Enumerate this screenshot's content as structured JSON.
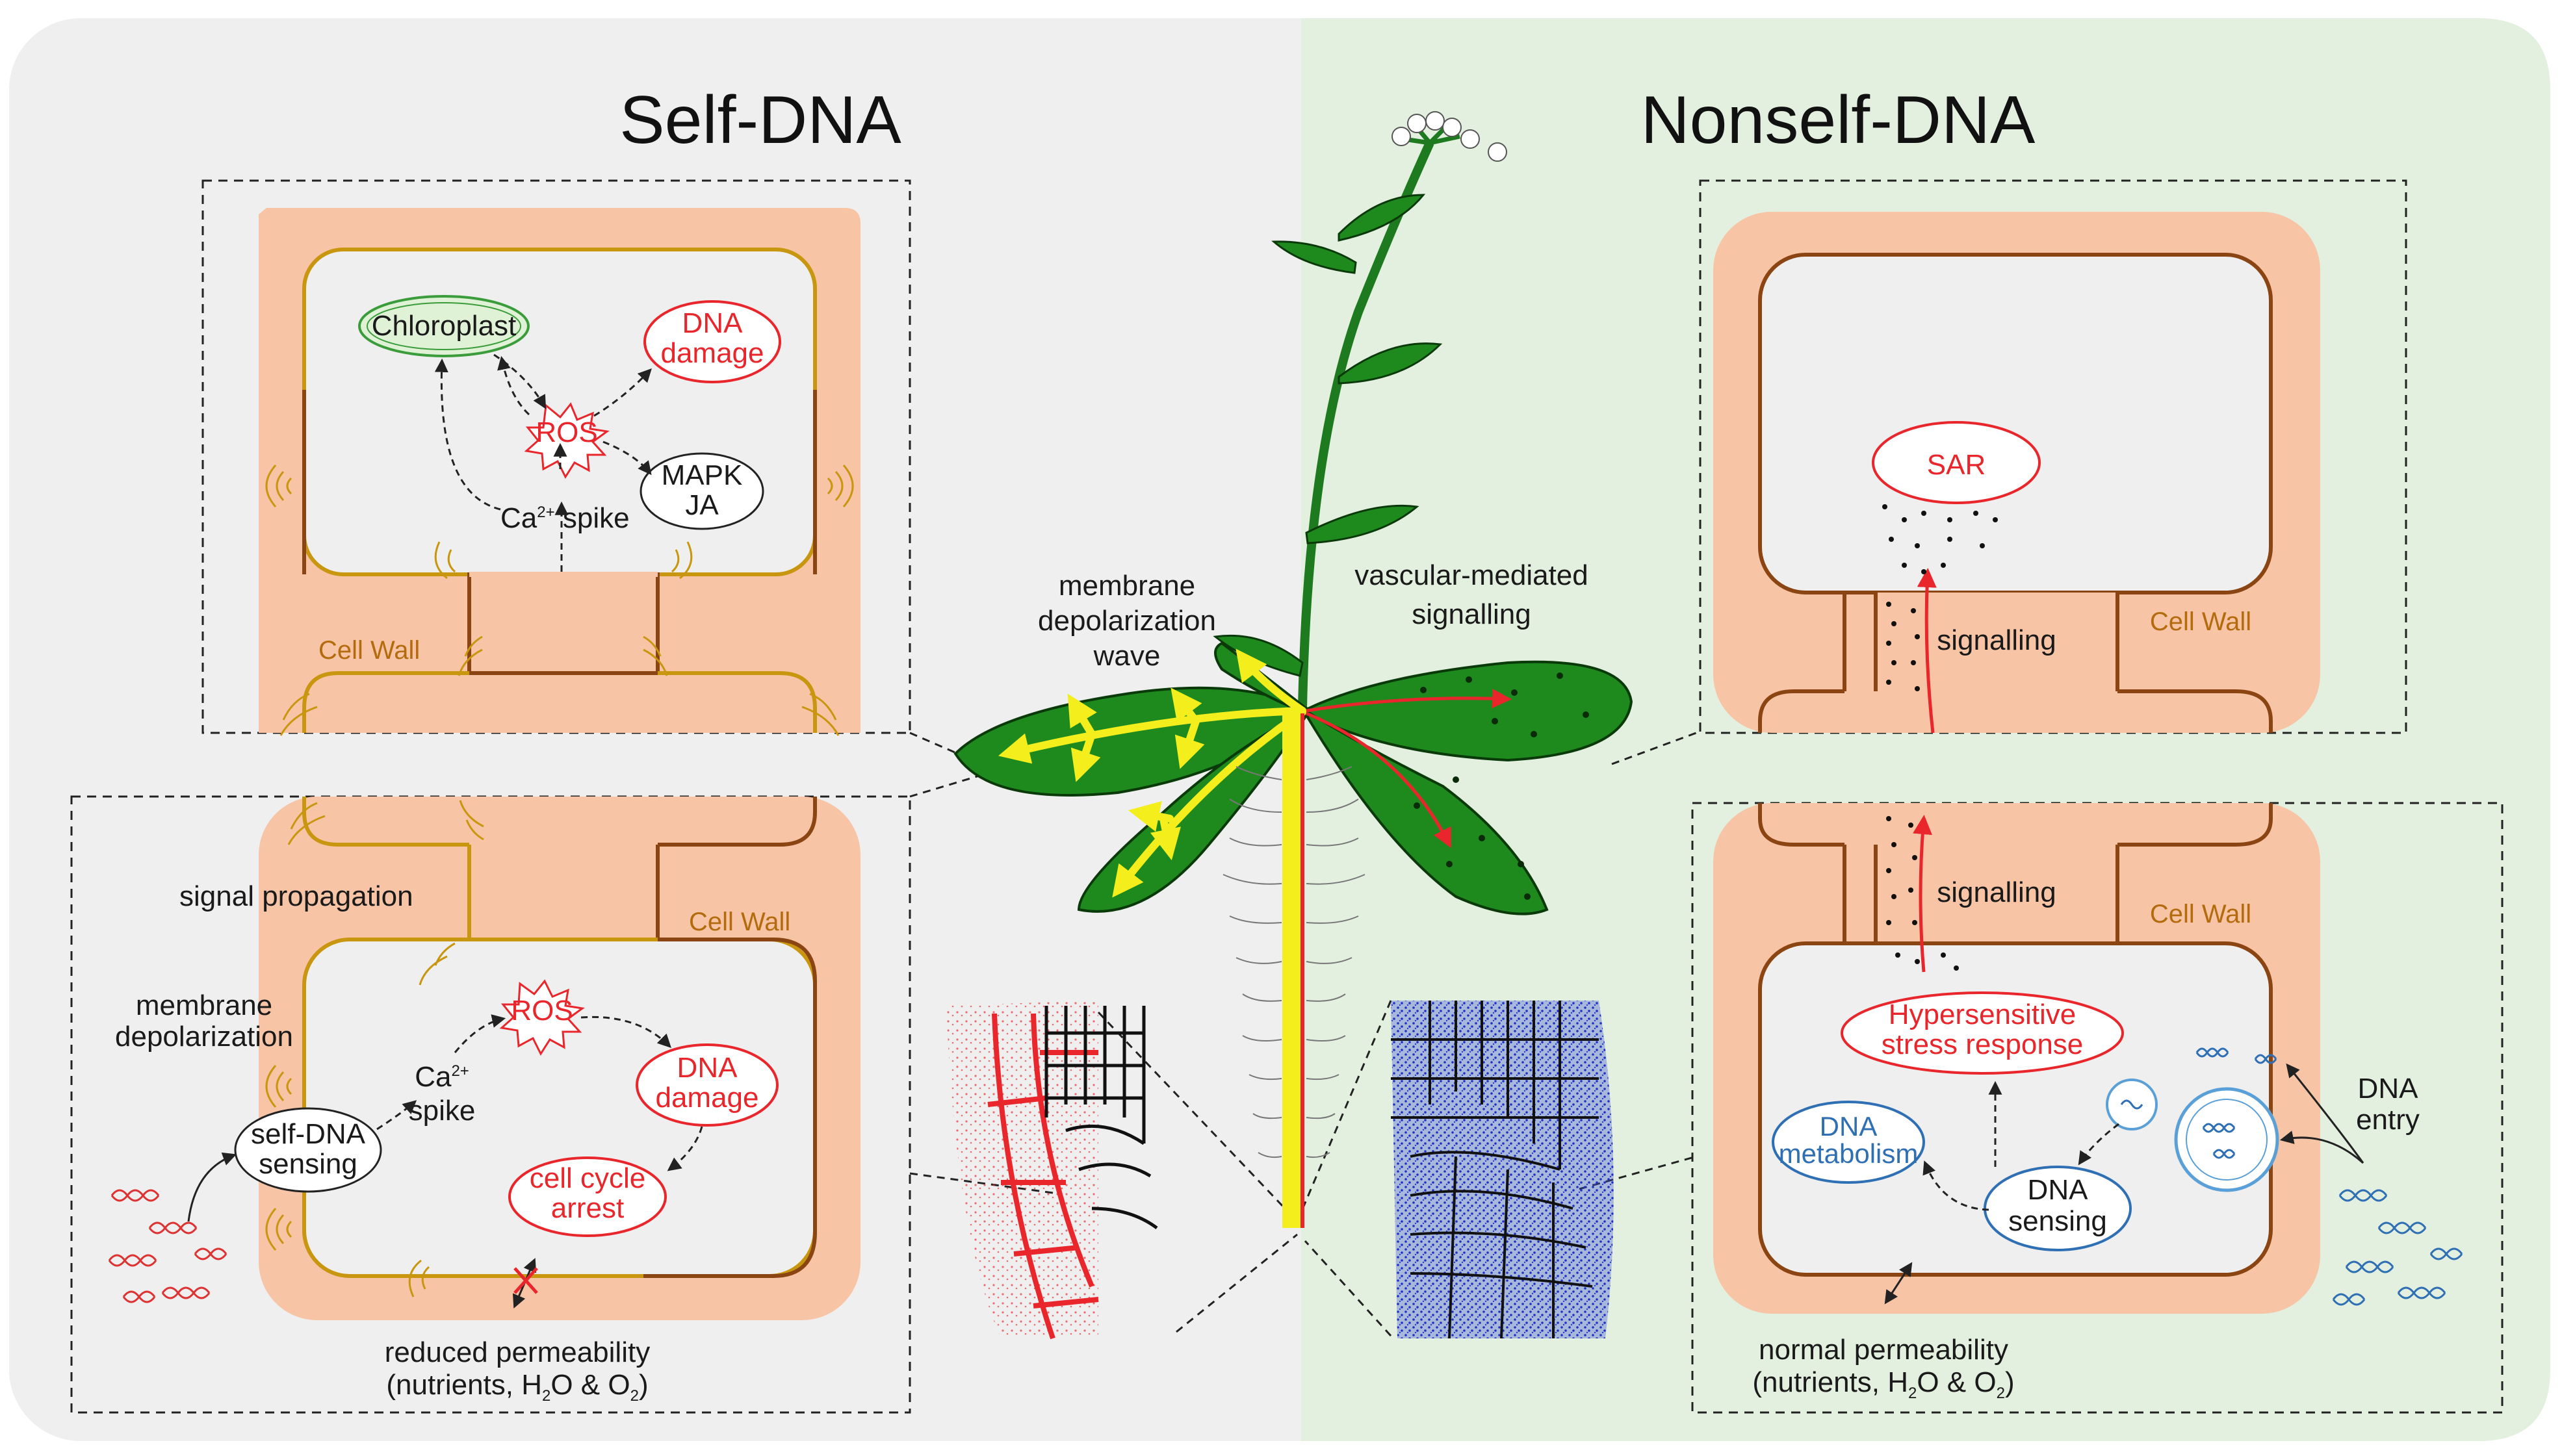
{
  "titles": {
    "self": "Self-DNA",
    "nonself": "Nonself-DNA"
  },
  "self_top": {
    "chloroplast": "Chloroplast",
    "dna_damage_1": "DNA",
    "dna_damage_2": "damage",
    "ros": "ROS",
    "mapk_1": "MAPK",
    "mapk_2": "JA",
    "ca_base": "Ca",
    "ca_sup": "2+",
    "ca_tail": " spike",
    "cell_wall": "Cell Wall"
  },
  "self_bottom": {
    "signal_propagation": "signal propagation",
    "membrane_1": "membrane",
    "membrane_2": "depolarization",
    "cell_wall": "Cell Wall",
    "ros": "ROS",
    "ca_base": "Ca",
    "ca_sup": "2+",
    "ca_tail": "spike",
    "dna_damage_1": "DNA",
    "dna_damage_2": "damage",
    "sensing_1": "self-DNA",
    "sensing_2": "sensing",
    "arrest_1": "cell cycle",
    "arrest_2": "arrest",
    "permeability": "reduced permeability",
    "nutrients_a": "(nutrients, H",
    "nutrients_sub1": "2",
    "nutrients_b": "O & O",
    "nutrients_sub2": "2",
    "nutrients_c": ")"
  },
  "center": {
    "membrane_wave_1": "membrane",
    "membrane_wave_2": "depolarization",
    "membrane_wave_3": "wave",
    "vascular_1": "vascular-mediated",
    "vascular_2": "signalling"
  },
  "nonself_top": {
    "sar": "SAR",
    "signalling": "signalling",
    "cell_wall": "Cell Wall"
  },
  "nonself_bottom": {
    "signalling": "signalling",
    "cell_wall": "Cell Wall",
    "hyper_1": "Hypersensitive",
    "hyper_2": "stress response",
    "dna_metab_1": "DNA",
    "dna_metab_2": "metabolism",
    "dna_sensing_1": "DNA",
    "dna_sensing_2": "sensing",
    "dna_entry_1": "DNA",
    "dna_entry_2": "entry",
    "permeability": "normal permeability",
    "nutrients_a": "(nutrients, H",
    "nutrients_sub1": "2",
    "nutrients_b": "O & O",
    "nutrients_sub2": "2",
    "nutrients_c": ")"
  },
  "colors": {
    "self_bg": "#efefef",
    "nonself_bg": "#e3f0e0",
    "cell_wall": "#f7c4a5",
    "membrane": "#c8960f",
    "red": "#e8262b",
    "blue": "#2f6fb3",
    "leaf": "#1e8a1e",
    "yellow": "#f4ee1c"
  }
}
